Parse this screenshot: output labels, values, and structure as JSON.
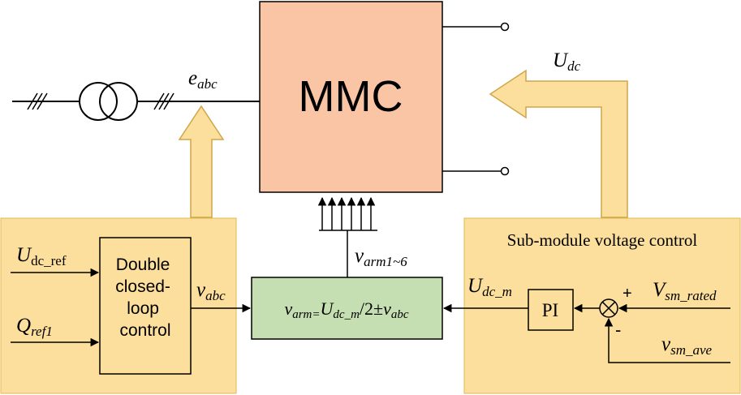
{
  "colors": {
    "mmc_fill": "#f9c5a5",
    "panel_fill": "#fcdf9c",
    "arrow_fill": "#fcdf9c",
    "formula_fill": "#c6dfb2",
    "line": "#000000"
  },
  "mmc": {
    "label": "MMC"
  },
  "grid": {
    "e_main": "e",
    "e_sub": "abc"
  },
  "dc": {
    "u_main": "U",
    "u_sub": "dc"
  },
  "left_panel": {
    "block_lines": [
      "Double",
      "closed-",
      "loop",
      "control"
    ],
    "in1_main": "U",
    "in1_sub": "dc_ref",
    "in2_main": "Q",
    "in2_sub": "ref1",
    "out_main": "v",
    "out_sub": "abc"
  },
  "formula": {
    "part1_main": "v",
    "part1_sub": "arm=",
    "part2_main": "U",
    "part2_sub": "dc_m",
    "part3": "/2±",
    "part4_main": "v",
    "part4_sub": "abc"
  },
  "arm": {
    "main": "v",
    "sub": "arm1~6"
  },
  "right_panel": {
    "title": "Sub-module voltage control",
    "pi_label": "PI",
    "plus": "+",
    "minus": "-",
    "udcm_main": "U",
    "udcm_sub": "dc_m",
    "rated_main": "V",
    "rated_sub": "sm_rated",
    "ave_main": "v",
    "ave_sub": "sm_ave"
  }
}
